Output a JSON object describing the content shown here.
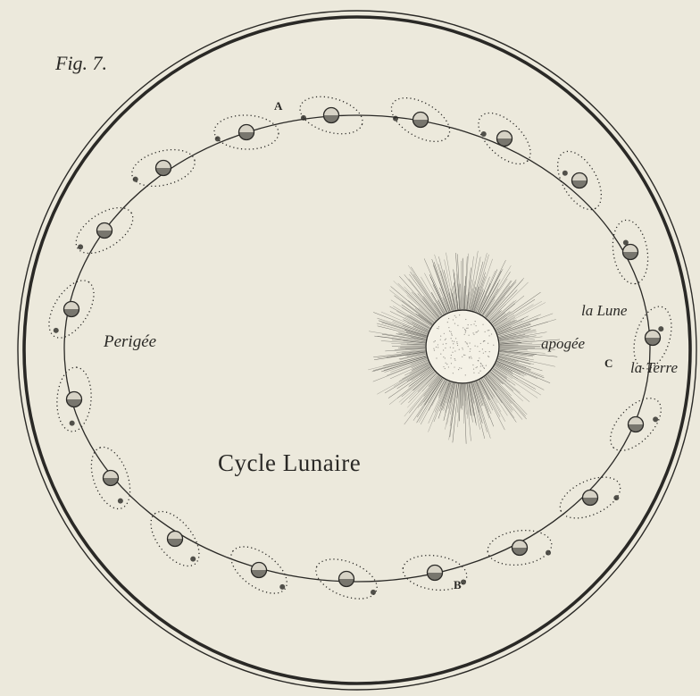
{
  "figure": {
    "number_label": "Fig. 7.",
    "title": "Cycle Lunaire",
    "labels": {
      "perigee": "Perigée",
      "apogee": "apogée",
      "moon": "la Lune",
      "earth": "la Terre"
    },
    "points": {
      "a": "A",
      "b": "B",
      "c": "C"
    }
  },
  "colors": {
    "paper": "#ece9dc",
    "ink": "#2a2926",
    "sun_fill": "#f4f1e6"
  },
  "icons": [
    "sun-icon",
    "earth-icon",
    "moon-icon"
  ]
}
